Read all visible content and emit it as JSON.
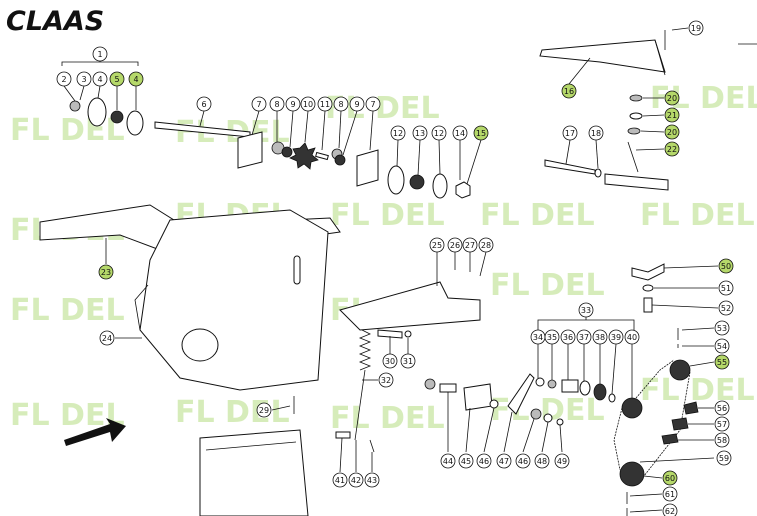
{
  "brand": {
    "name": "CLAAS"
  },
  "watermark": {
    "text": "FL DEL"
  },
  "callouts": [
    {
      "n": "1",
      "hl": false
    },
    {
      "n": "2",
      "hl": false
    },
    {
      "n": "3",
      "hl": false
    },
    {
      "n": "4",
      "hl": false
    },
    {
      "n": "5",
      "hl": true
    },
    {
      "n": "4",
      "hl": true
    },
    {
      "n": "6",
      "hl": false
    },
    {
      "n": "7",
      "hl": false
    },
    {
      "n": "8",
      "hl": false
    },
    {
      "n": "9",
      "hl": false
    },
    {
      "n": "10",
      "hl": false
    },
    {
      "n": "11",
      "hl": false
    },
    {
      "n": "8",
      "hl": false
    },
    {
      "n": "9",
      "hl": false
    },
    {
      "n": "7",
      "hl": false
    },
    {
      "n": "12",
      "hl": false
    },
    {
      "n": "13",
      "hl": false
    },
    {
      "n": "12",
      "hl": false
    },
    {
      "n": "14",
      "hl": false
    },
    {
      "n": "15",
      "hl": true
    },
    {
      "n": "16",
      "hl": true
    },
    {
      "n": "17",
      "hl": false
    },
    {
      "n": "18",
      "hl": false
    },
    {
      "n": "19",
      "hl": false
    },
    {
      "n": "20",
      "hl": true
    },
    {
      "n": "21",
      "hl": true
    },
    {
      "n": "20",
      "hl": true
    },
    {
      "n": "22",
      "hl": true
    },
    {
      "n": "23",
      "hl": true
    },
    {
      "n": "24",
      "hl": false
    },
    {
      "n": "25",
      "hl": false
    },
    {
      "n": "26",
      "hl": false
    },
    {
      "n": "27",
      "hl": false
    },
    {
      "n": "28",
      "hl": false
    },
    {
      "n": "29",
      "hl": false
    },
    {
      "n": "30",
      "hl": false
    },
    {
      "n": "31",
      "hl": false
    },
    {
      "n": "32",
      "hl": false
    },
    {
      "n": "33",
      "hl": false
    },
    {
      "n": "34",
      "hl": false
    },
    {
      "n": "35",
      "hl": false
    },
    {
      "n": "36",
      "hl": false
    },
    {
      "n": "37",
      "hl": false
    },
    {
      "n": "38",
      "hl": false
    },
    {
      "n": "39",
      "hl": false
    },
    {
      "n": "40",
      "hl": false
    },
    {
      "n": "41",
      "hl": false
    },
    {
      "n": "42",
      "hl": false
    },
    {
      "n": "43",
      "hl": false
    },
    {
      "n": "44",
      "hl": false
    },
    {
      "n": "45",
      "hl": false
    },
    {
      "n": "46",
      "hl": false
    },
    {
      "n": "47",
      "hl": false
    },
    {
      "n": "46",
      "hl": false
    },
    {
      "n": "48",
      "hl": false
    },
    {
      "n": "49",
      "hl": false
    },
    {
      "n": "50",
      "hl": true
    },
    {
      "n": "51",
      "hl": false
    },
    {
      "n": "52",
      "hl": false
    },
    {
      "n": "53",
      "hl": false
    },
    {
      "n": "54",
      "hl": false
    },
    {
      "n": "55",
      "hl": true
    },
    {
      "n": "56",
      "hl": false
    },
    {
      "n": "57",
      "hl": false
    },
    {
      "n": "58",
      "hl": false
    },
    {
      "n": "59",
      "hl": false
    },
    {
      "n": "60",
      "hl": true
    },
    {
      "n": "61",
      "hl": false
    },
    {
      "n": "62",
      "hl": false
    }
  ],
  "colors": {
    "ink": "#111111",
    "highlight": "#b5d86a",
    "watermark": "#c9e6a3"
  }
}
